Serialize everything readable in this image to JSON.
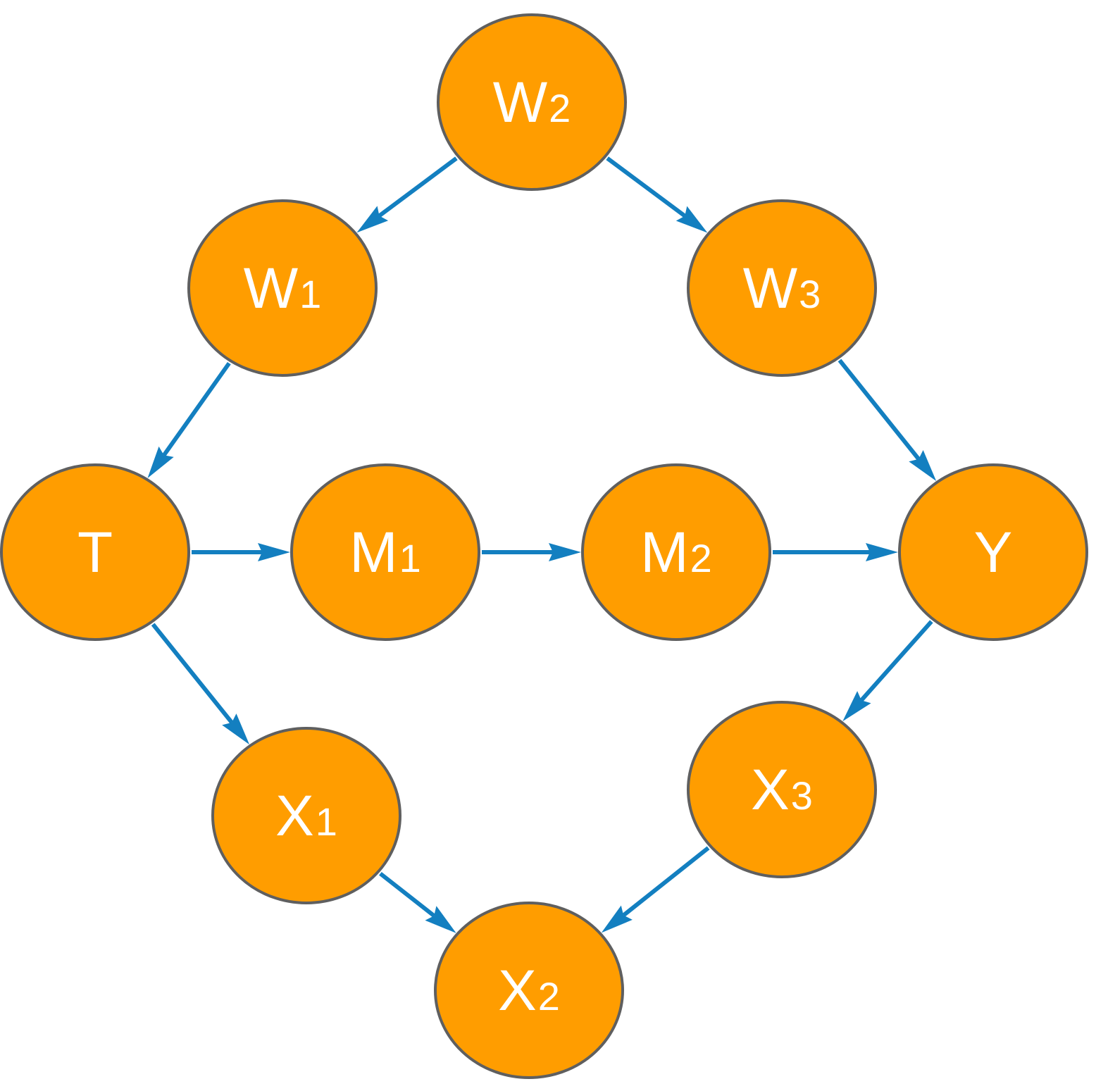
{
  "colors": {
    "node_fill": "#FF9D00",
    "node_stroke": "#5F5F5F",
    "edge": "#137FC0",
    "label": "#FFFFFF",
    "background": "#FFFFFF"
  },
  "nodes": [
    {
      "id": "W2",
      "label": "W",
      "sub": "2"
    },
    {
      "id": "W1",
      "label": "W",
      "sub": "1"
    },
    {
      "id": "W3",
      "label": "W",
      "sub": "3"
    },
    {
      "id": "T",
      "label": "T",
      "sub": ""
    },
    {
      "id": "M1",
      "label": "M",
      "sub": "1"
    },
    {
      "id": "M2",
      "label": "M",
      "sub": "2"
    },
    {
      "id": "Y",
      "label": "Y",
      "sub": ""
    },
    {
      "id": "X1",
      "label": "X",
      "sub": "1"
    },
    {
      "id": "X3",
      "label": "X",
      "sub": "3"
    },
    {
      "id": "X2",
      "label": "X",
      "sub": "2"
    }
  ],
  "edges": [
    {
      "from": "W2",
      "to": "W1"
    },
    {
      "from": "W2",
      "to": "W3"
    },
    {
      "from": "W1",
      "to": "T"
    },
    {
      "from": "W3",
      "to": "Y"
    },
    {
      "from": "T",
      "to": "M1"
    },
    {
      "from": "M1",
      "to": "M2"
    },
    {
      "from": "M2",
      "to": "Y"
    },
    {
      "from": "T",
      "to": "X1"
    },
    {
      "from": "Y",
      "to": "X3"
    },
    {
      "from": "X1",
      "to": "X2"
    },
    {
      "from": "X3",
      "to": "X2"
    }
  ]
}
